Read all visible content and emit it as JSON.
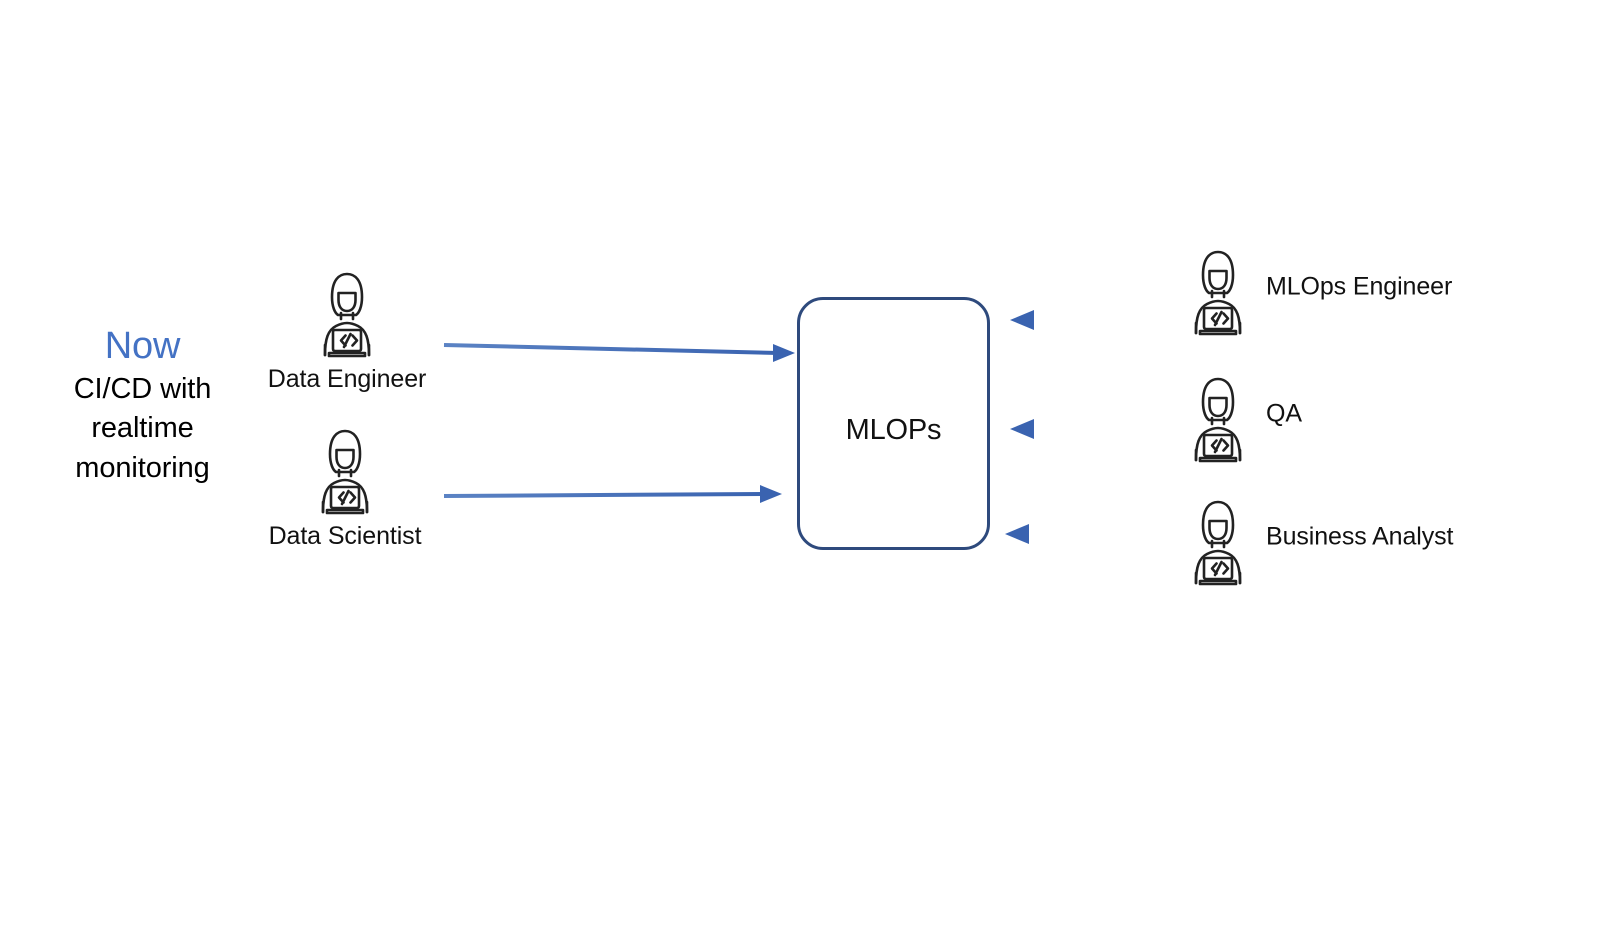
{
  "diagram": {
    "title_caption": {
      "headline": "Now",
      "headline_color": "#4472C4",
      "subtitle_line1": "CI/CD with",
      "subtitle_line2": "realtime",
      "subtitle_line3": "monitoring"
    },
    "center_node": {
      "label": "MLOPs",
      "border_color": "#2E4A7D",
      "fill_color": "#FFFFFF",
      "shape": "rounded-rectangle"
    },
    "arrow_color": "#4472C4",
    "icon_color": "#222222",
    "left_actors": [
      {
        "label": "Data Engineer",
        "icon": "person-at-laptop-code-icon"
      },
      {
        "label": "Data Scientist",
        "icon": "person-at-laptop-code-icon"
      }
    ],
    "right_actors": [
      {
        "label": "MLOps Engineer",
        "icon": "person-at-laptop-code-icon"
      },
      {
        "label": "QA",
        "icon": "person-at-laptop-code-icon"
      },
      {
        "label": "Business Analyst",
        "icon": "person-at-laptop-code-icon"
      }
    ],
    "edges": [
      {
        "from": "Data Engineer",
        "to": "MLOPs",
        "direction": "right"
      },
      {
        "from": "Data Scientist",
        "to": "MLOPs",
        "direction": "right"
      },
      {
        "from": "MLOps Engineer",
        "to": "MLOPs",
        "direction": "left"
      },
      {
        "from": "QA",
        "to": "MLOPs",
        "direction": "left"
      },
      {
        "from": "Business Analyst",
        "to": "MLOPs",
        "direction": "left"
      }
    ]
  }
}
